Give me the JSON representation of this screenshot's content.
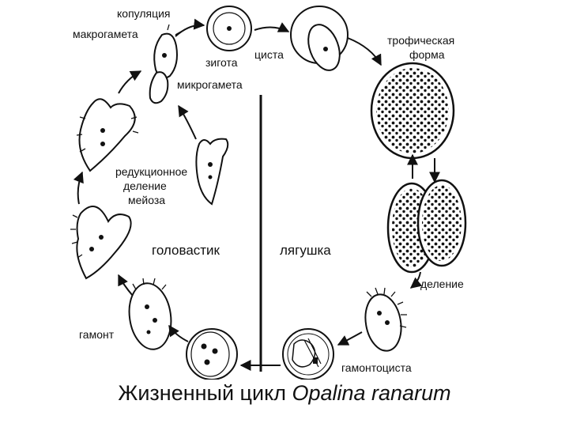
{
  "labels": {
    "copulation": "копуляция",
    "macrogamete": "макрогамета",
    "zygote": "зигота",
    "cyst": "циста",
    "trophic_1": "трофическая",
    "trophic_2": "форма",
    "microgamete": "микрогамета",
    "reduction_1": "редукционное",
    "reduction_2": "деление",
    "reduction_3": "мейоза",
    "tadpole": "головастик",
    "frog": "лягушка",
    "division": "деление",
    "gamont": "гамонт",
    "gamontocyst": "гамонтоциста"
  },
  "caption": {
    "prefix": "Жизненный цикл ",
    "species": "Opalina ranarum"
  },
  "colors": {
    "ink": "#111111",
    "paper": "#ffffff"
  }
}
